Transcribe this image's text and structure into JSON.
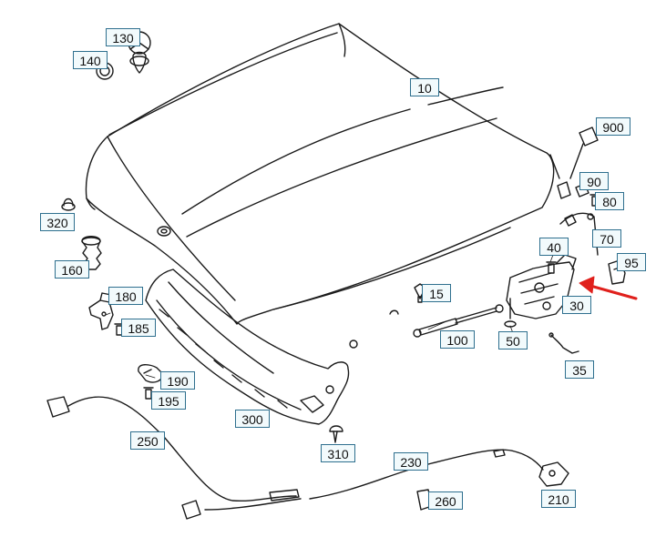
{
  "diagram": {
    "line_color": "#1a1a1a",
    "label_border_color": "#2e6f8e",
    "label_fill_color": "#f2fafc",
    "arrow_color": "#e0201c",
    "callouts": {
      "p10": "10",
      "p15": "15",
      "p30": "30",
      "p35": "35",
      "p40": "40",
      "p50": "50",
      "p70": "70",
      "p80": "80",
      "p90": "90",
      "p95": "95",
      "p100": "100",
      "p130": "130",
      "p140": "140",
      "p160": "160",
      "p180": "180",
      "p185": "185",
      "p190": "190",
      "p195": "195",
      "p210": "210",
      "p230": "230",
      "p250": "250",
      "p260": "260",
      "p300": "300",
      "p310": "310",
      "p320": "320",
      "p900": "900"
    }
  }
}
